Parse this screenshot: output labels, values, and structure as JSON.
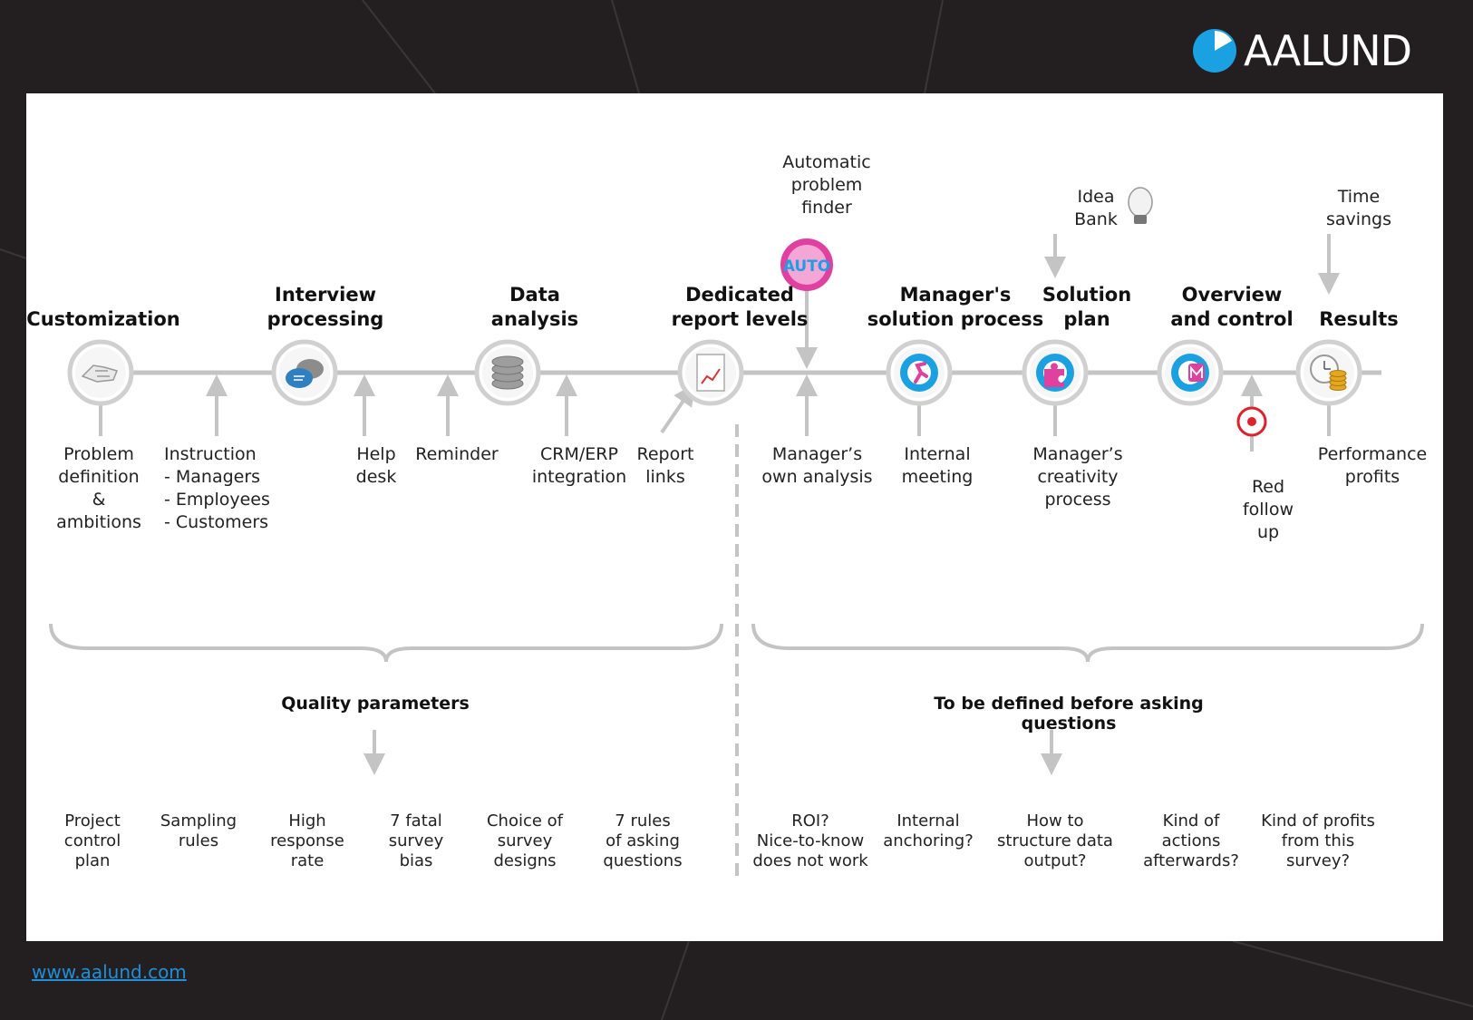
{
  "brand": {
    "name": "AALUND",
    "website": "www.aalund.com",
    "accent": "#1ba1e2",
    "magenta": "#e040a0"
  },
  "stages": [
    {
      "id": "customization",
      "label": "Customization",
      "icon": "handshake-icon"
    },
    {
      "id": "interview",
      "label": "Interview\nprocessing",
      "icon": "chat-bubbles-icon"
    },
    {
      "id": "data",
      "label": "Data\nanalysis",
      "icon": "database-icon"
    },
    {
      "id": "report",
      "label": "Dedicated\nreport levels",
      "icon": "report-chart-icon"
    },
    {
      "id": "managers",
      "label": "Manager's\nsolution process",
      "icon": "runner-icon"
    },
    {
      "id": "solution",
      "label": "Solution\nplan",
      "icon": "puzzle-icon"
    },
    {
      "id": "overview",
      "label": "Overview\nand control",
      "icon": "m-badge-icon"
    },
    {
      "id": "results",
      "label": "Results",
      "icon": "clock-coins-icon"
    }
  ],
  "inputs_below": [
    "Problem\ndefinition\n&\nambitions",
    "Instruction\n- Managers\n- Employees\n- Customers",
    "Help\ndesk",
    "Reminder",
    "CRM/ERP\nintegration",
    "Report\nlinks",
    "Manager’s\nown analysis",
    "Internal\nmeeting",
    "Manager’s\ncreativity\nprocess",
    "Red\nfollow\nup",
    "Performance\nprofits"
  ],
  "inputs_above": {
    "auto_finder": "Automatic\nproblem\nfinder",
    "auto_badge": "AUTO",
    "idea_bank": "Idea\nBank",
    "time_savings": "Time\nsavings"
  },
  "summaries": {
    "left": "Quality parameters",
    "right": "To be defined before asking questions"
  },
  "quality_items": [
    "Project\ncontrol\nplan",
    "Sampling\nrules",
    "High\nresponse\nrate",
    "7 fatal\nsurvey\nbias",
    "Choice of\nsurvey\ndesigns",
    "7 rules\nof asking\nquestions"
  ],
  "define_items": [
    "ROI?\nNice-to-know\ndoes not work",
    "Internal\nanchoring?",
    "How to\nstructure data\noutput?",
    "Kind of\nactions\nafterwards?",
    "Kind of profits\nfrom this\nsurvey?"
  ]
}
